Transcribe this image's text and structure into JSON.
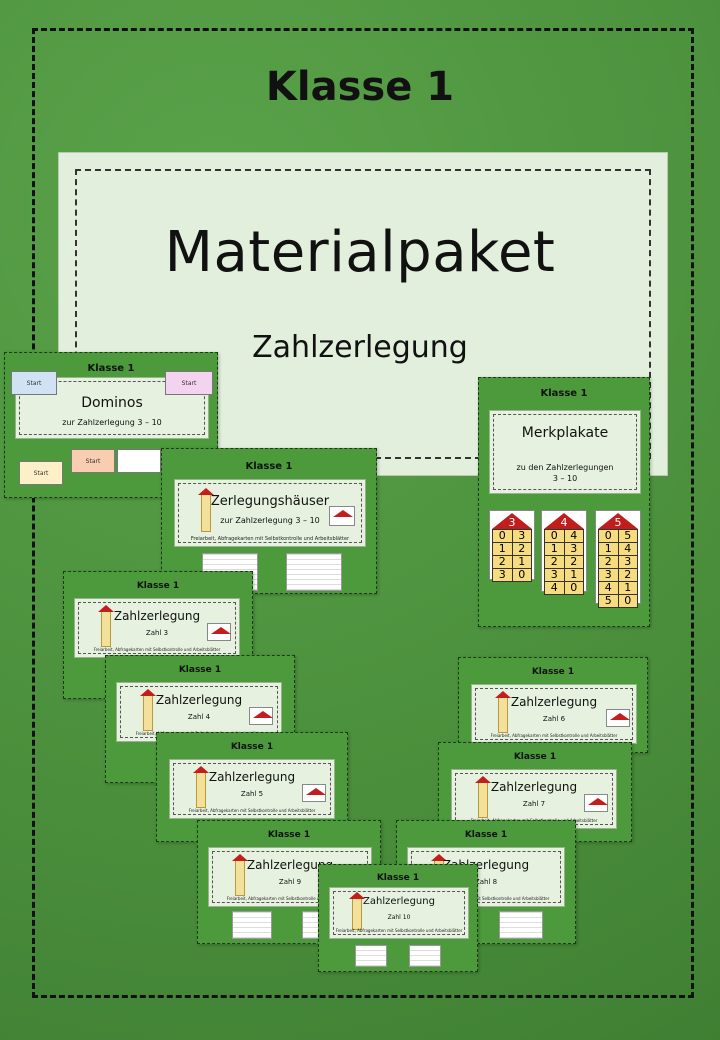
{
  "title": "Klasse 1",
  "heading": "Materialpaket",
  "subheading": "Zahlzerlegung",
  "klasse": "Klasse 1",
  "dominos": {
    "title": "Dominos",
    "sub": "zur Zahlzerlegung 3 – 10",
    "start": "Start"
  },
  "zerlegungshaeuser": {
    "title": "Zerlegungshäuser",
    "sub": "zur Zahlzerlegung 3 – 10",
    "note": "Freiarbeit, Abfragekarten mit Selbstkontrolle und Arbeitsblätter"
  },
  "merkplakate": {
    "title": "Merkplakate",
    "sub1": "zu den Zahlzerlegungen",
    "sub2": "3 – 10"
  },
  "houses": [
    {
      "n": "3",
      "rows": [
        [
          "0",
          "3"
        ],
        [
          "1",
          "2"
        ],
        [
          "2",
          "1"
        ],
        [
          "3",
          "0"
        ]
      ]
    },
    {
      "n": "4",
      "rows": [
        [
          "0",
          "4"
        ],
        [
          "1",
          "3"
        ],
        [
          "2",
          "2"
        ],
        [
          "3",
          "1"
        ],
        [
          "4",
          "0"
        ]
      ]
    },
    {
      "n": "5",
      "rows": [
        [
          "0",
          "5"
        ],
        [
          "1",
          "4"
        ],
        [
          "2",
          "3"
        ],
        [
          "3",
          "2"
        ],
        [
          "4",
          "1"
        ],
        [
          "5",
          "0"
        ]
      ]
    }
  ],
  "zz_title": "Zahlzerlegung",
  "note": "Freiarbeit, Abfragekarten mit Selbstkontrolle und Arbeitsblätter",
  "zahl3": "Zahl 3",
  "zahl4": "Zahl 4",
  "zahl5": "Zahl 5",
  "zahl6": "Zahl 6",
  "zahl7": "Zahl 7",
  "zahl8": "Zahl 8",
  "zahl9": "Zahl 9",
  "zahl10": "Zahl 10"
}
